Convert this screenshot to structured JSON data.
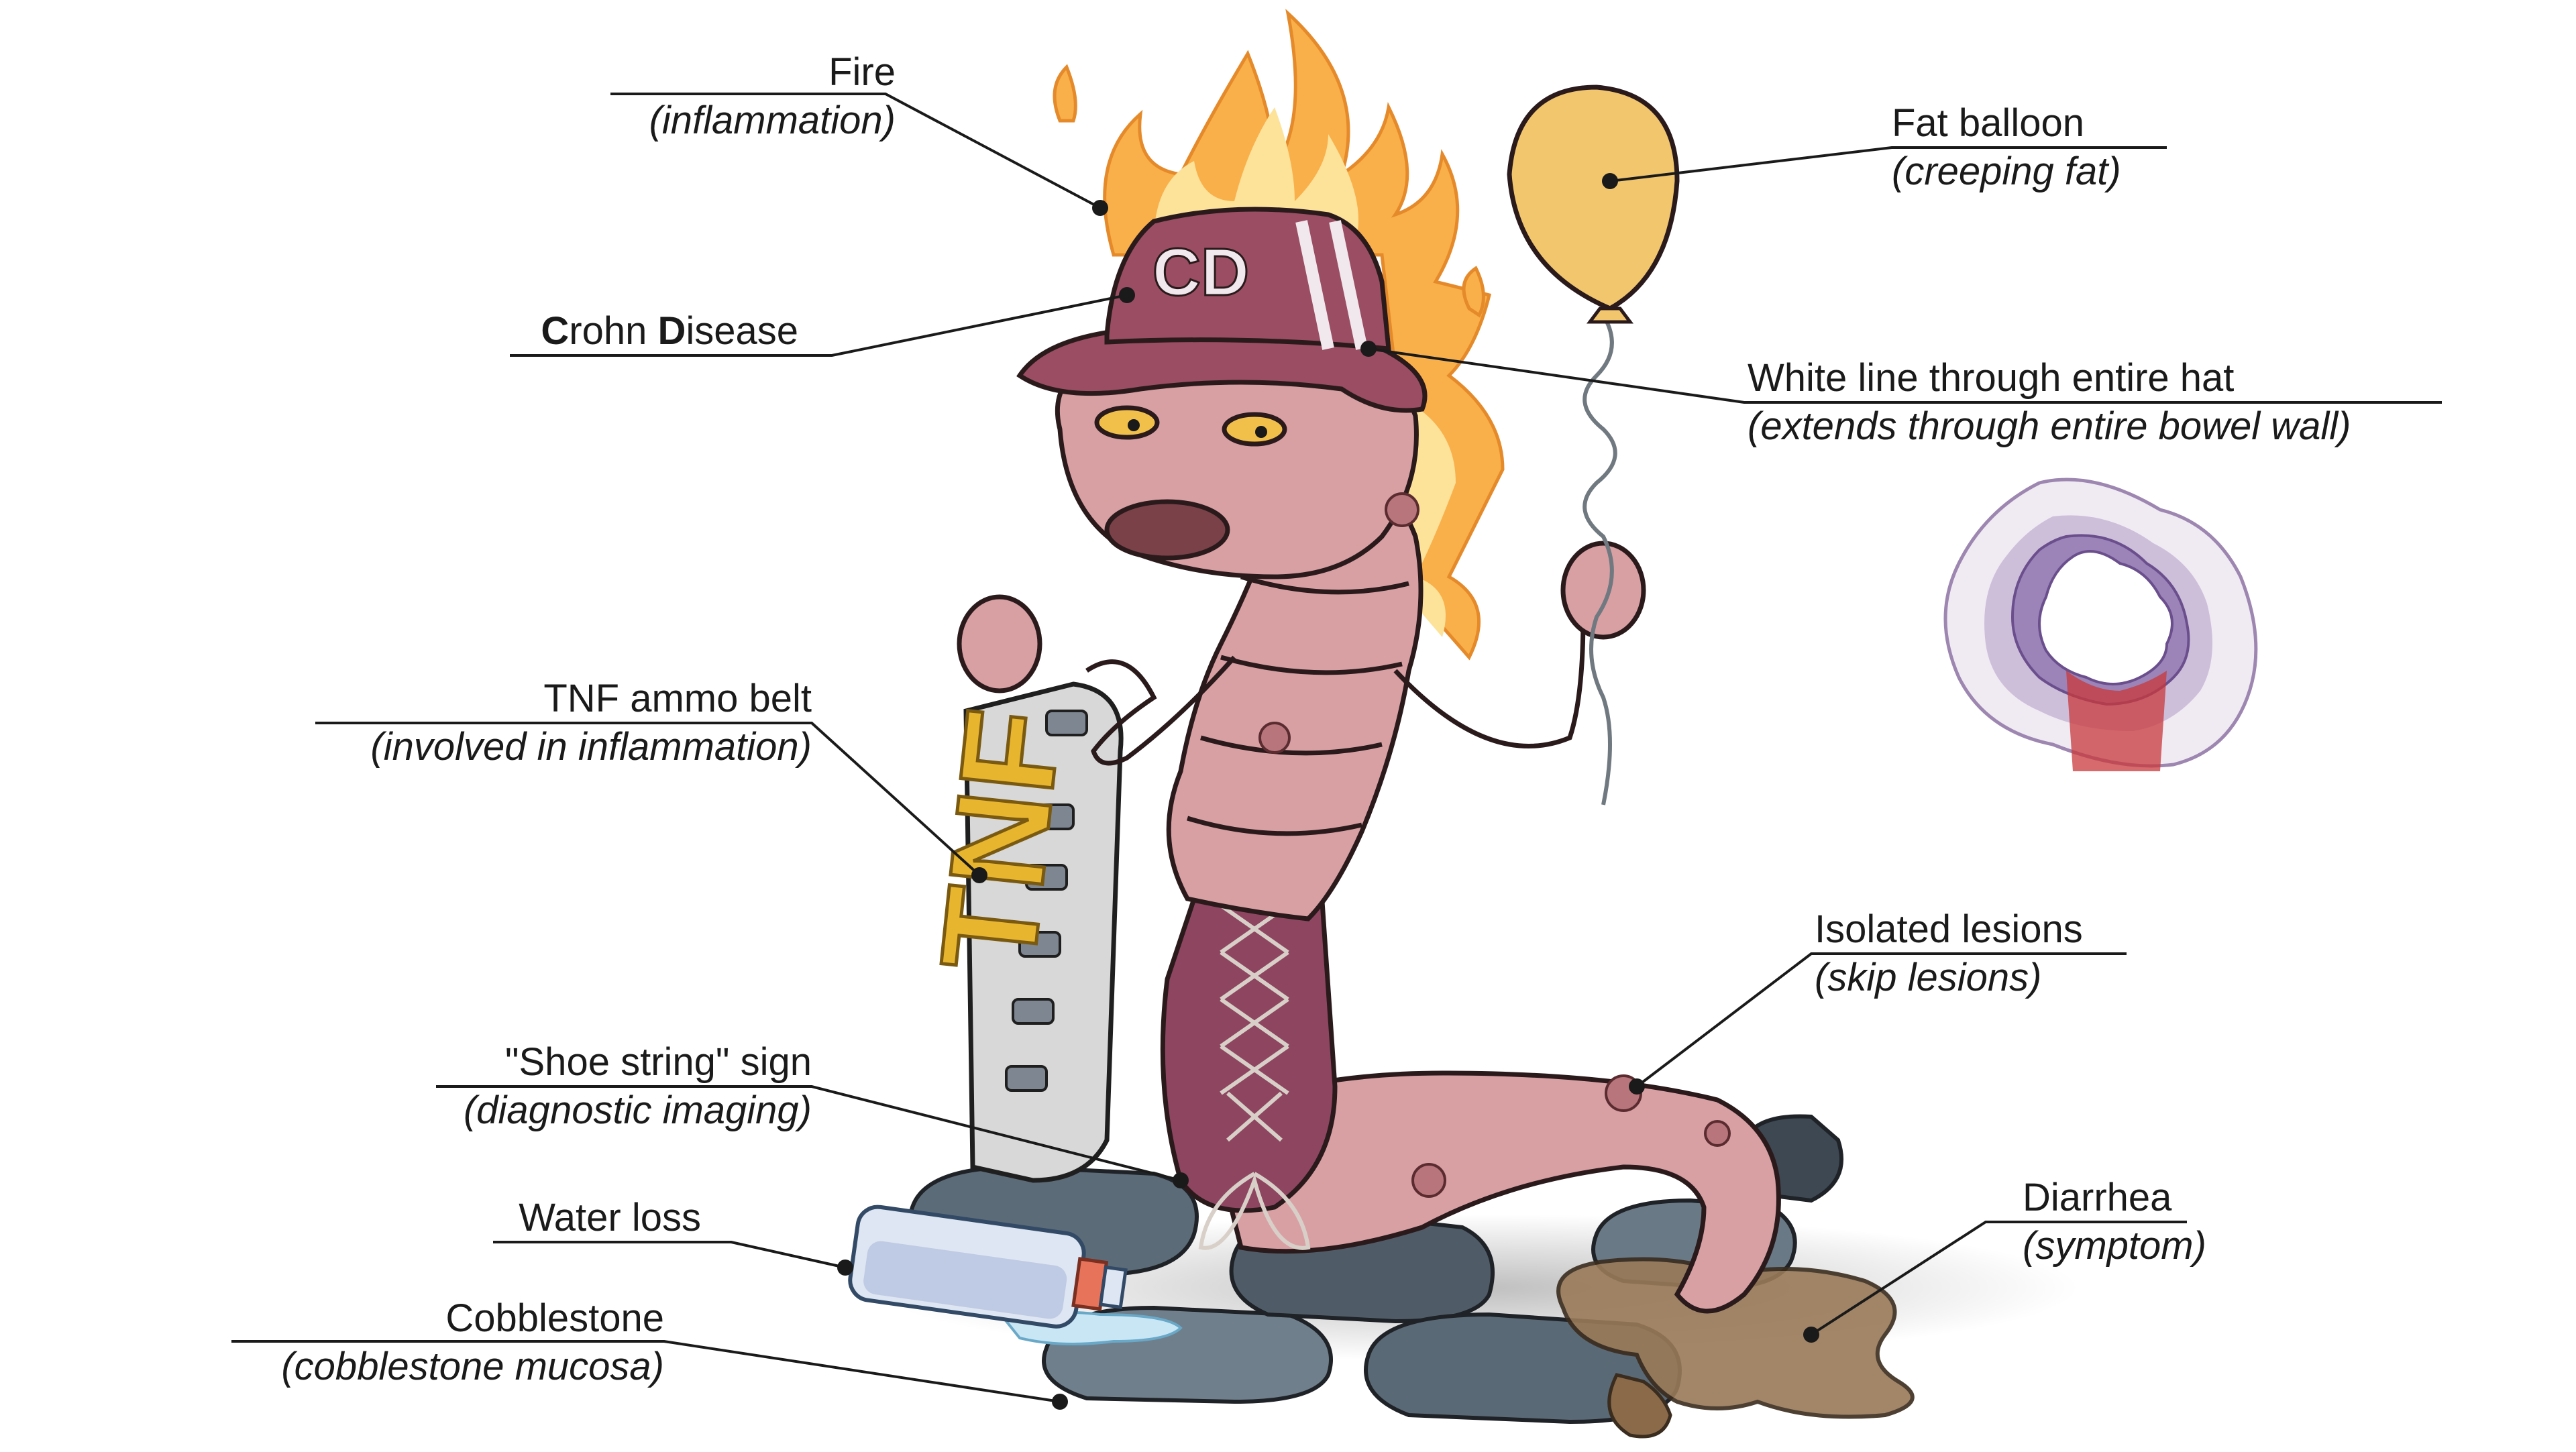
{
  "annotations": {
    "fire": {
      "title": "Fire",
      "note": "(inflammation)"
    },
    "crohn": {
      "title_bold1": "C",
      "title_rest1": "rohn ",
      "title_bold2": "D",
      "title_rest2": "isease"
    },
    "tnf": {
      "title": "TNF ammo belt",
      "note": "(involved in inflammation)"
    },
    "shoestring": {
      "title": "\"Shoe string\" sign",
      "note": "(diagnostic imaging)"
    },
    "water": {
      "title": "Water loss"
    },
    "cobble": {
      "title": "Cobblestone",
      "note": "(cobblestone mucosa)"
    },
    "balloon": {
      "title": "Fat balloon",
      "note": "(creeping fat)"
    },
    "whiteline": {
      "title": "White line through entire hat",
      "note": "(extends through entire bowel wall)"
    },
    "lesions": {
      "title": "Isolated lesions",
      "note": "(skip lesions)"
    },
    "diarrhea": {
      "title": "Diarrhea",
      "note": "(symptom)"
    }
  },
  "hat_text": "CD",
  "belt_text": "TNF",
  "colors": {
    "worm": "#d9a0a4",
    "worm_dark": "#b8767c",
    "hat": "#9a4d63",
    "fire_outer": "#f9b04a",
    "fire_inner": "#fde29a",
    "balloon": "#f2c66d",
    "stone": "#5c6b78",
    "puddle": "#9a7a58",
    "belt": "#d8d8d8",
    "belt_letters": "#e8b52f"
  }
}
